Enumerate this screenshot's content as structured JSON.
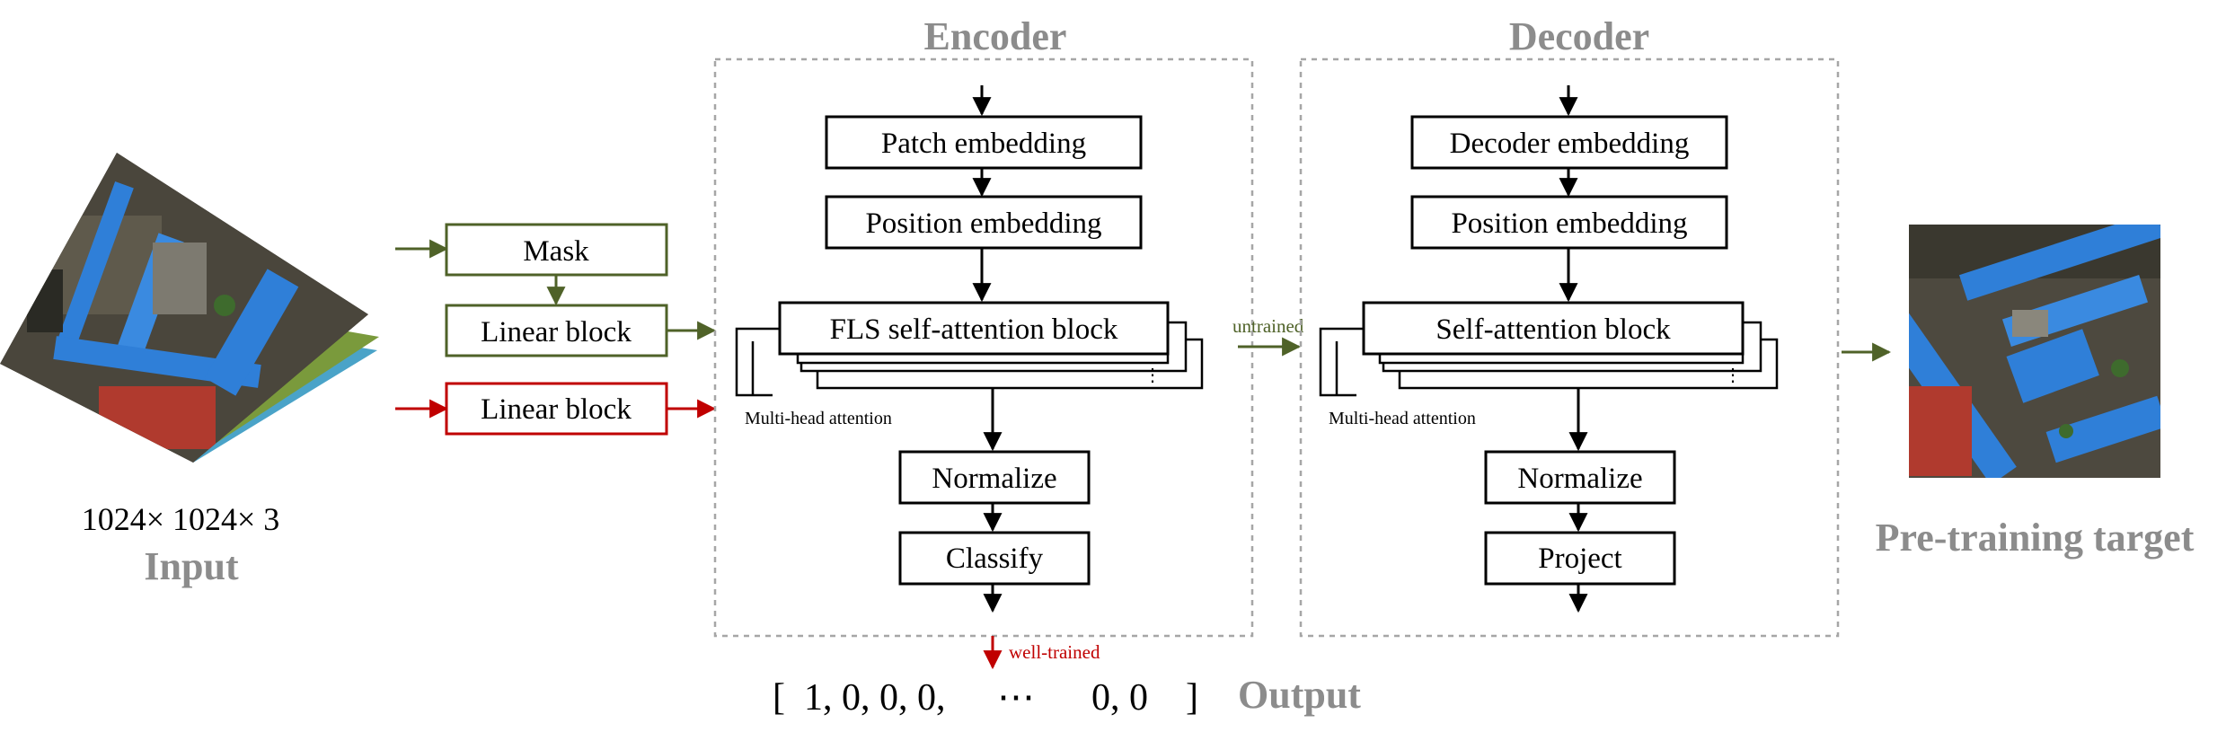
{
  "encoder": {
    "title": "Encoder",
    "patch_embedding": "Patch embedding",
    "position_embedding": "Position embedding",
    "attention_block": "FLS self-attention block",
    "multi_head": "Multi-head attention",
    "normalize": "Normalize",
    "classify": "Classify"
  },
  "decoder": {
    "title": "Decoder",
    "embedding": "Decoder embedding",
    "position_embedding": "Position embedding",
    "attention_block": "Self-attention block",
    "multi_head": "Multi-head attention",
    "normalize": "Normalize",
    "project": "Project"
  },
  "input": {
    "dims": "1024× 1024× 3",
    "label": "Input"
  },
  "pre_blocks": {
    "mask": "Mask",
    "linear_block_green": "Linear block",
    "linear_block_red": "Linear block"
  },
  "annotations": {
    "untrained": "untrained",
    "well_trained": "well-trained"
  },
  "output": {
    "vector_open": "[",
    "vector_values": "1, 0, 0, 0,",
    "vector_ellipsis": "⋯",
    "vector_tail": "0, 0",
    "vector_close": "]",
    "label": "Output"
  },
  "target": {
    "label": "Pre-training target"
  },
  "colors": {
    "green": "#4f6228",
    "red": "#c00000",
    "gray_title": "#8c8c8c",
    "dashed_border": "#a6a6a6",
    "roof_blue": "#2f7fd8",
    "roof_red": "#c0392b"
  }
}
